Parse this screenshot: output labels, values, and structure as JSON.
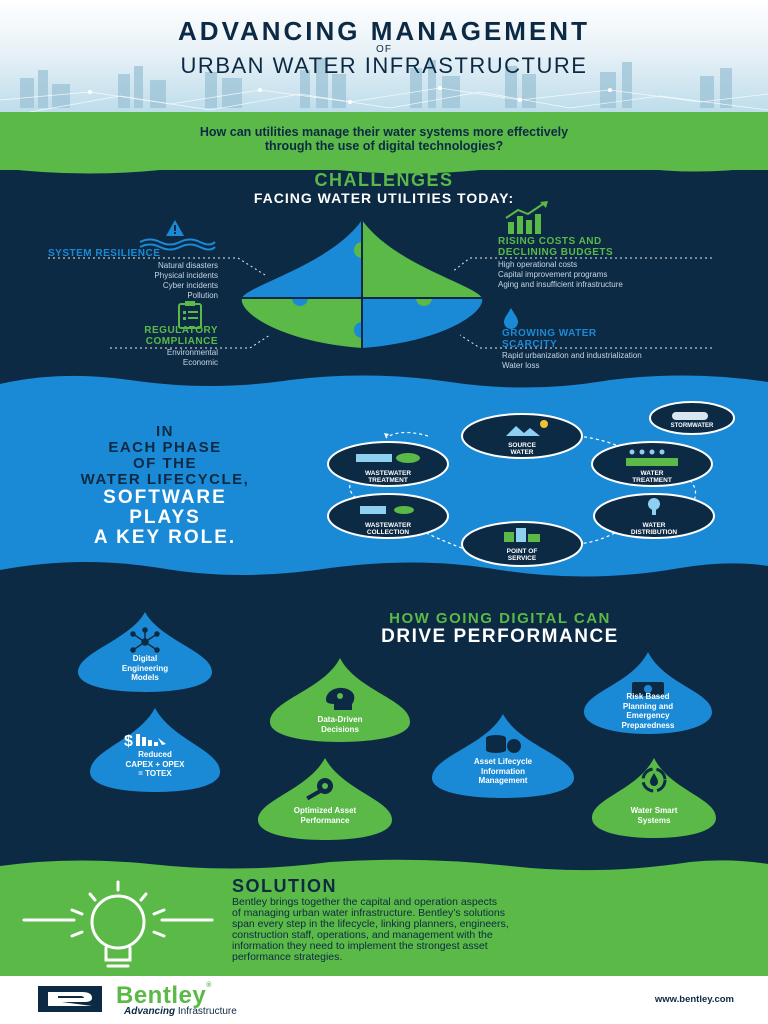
{
  "header": {
    "title_line1": "ADVANCING MANAGEMENT",
    "title_of": "OF",
    "title_line2": "URBAN WATER INFRASTRUCTURE"
  },
  "question": {
    "line1": "How can utilities manage their water systems more effectively",
    "line2": "through the use of digital technologies?"
  },
  "challenges": {
    "heading": "CHALLENGES",
    "subheading": "FACING WATER UTILITIES TODAY:",
    "system_resilience": {
      "title": "SYSTEM RESILIENCE",
      "items": [
        "Natural disasters",
        "Physical incidents",
        "Cyber incidents",
        "Pollution"
      ]
    },
    "regulatory": {
      "title_line1": "REGULATORY",
      "title_line2": "COMPLIANCE",
      "items": [
        "Environmental",
        "Economic"
      ]
    },
    "rising_costs": {
      "title_line1": "RISING COSTS AND",
      "title_line2": "DECLINING BUDGETS",
      "items": [
        "High operational costs",
        "Capital improvement programs",
        "Aging and insufficient infrastructure"
      ]
    },
    "scarcity": {
      "title_line1": "GROWING WATER",
      "title_line2": "SCARCITY",
      "items": [
        "Rapid urbanization and industrialization",
        "Water loss"
      ]
    }
  },
  "lifecycle": {
    "lines": [
      "IN",
      "EACH PHASE",
      "OF THE",
      "WATER LIFECYCLE,"
    ],
    "bold_lines": [
      "SOFTWARE",
      "PLAYS",
      "A KEY ROLE."
    ],
    "phases": {
      "source": [
        "SOURCE",
        "WATER"
      ],
      "stormwater": [
        "STORMWATER"
      ],
      "treatment": [
        "WATER",
        "TREATMENT"
      ],
      "distribution": [
        "WATER",
        "DISTRIBUTION"
      ],
      "service": [
        "POINT OF",
        "SERVICE"
      ],
      "collection": [
        "WASTEWATER",
        "COLLECTION"
      ],
      "ww_treatment": [
        "WASTEWATER",
        "TREATMENT"
      ]
    }
  },
  "digital": {
    "heading_line1": "HOW GOING DIGITAL CAN",
    "heading_line2": "DRIVE PERFORMANCE",
    "drops": {
      "models": [
        "Digital",
        "Engineering",
        "Models"
      ],
      "decisions": [
        "Data-Driven",
        "Decisions"
      ],
      "risk": [
        "Risk Based",
        "Planning and",
        "Emergency",
        "Preparedness"
      ],
      "totex": [
        "Reduced",
        "CAPEX + OPEX",
        "= TOTEX"
      ],
      "asset_lifecycle": [
        "Asset Lifecycle",
        "Information",
        "Management"
      ],
      "optimized": [
        "Optimized Asset",
        "Performance"
      ],
      "smart": [
        "Water Smart",
        "Systems"
      ]
    }
  },
  "solution": {
    "heading": "SOLUTION",
    "lines": [
      "Bentley brings together the capital and operation aspects",
      "of managing urban water infrastructure. Bentley’s solutions",
      "span every step in the lifecycle, linking planners, engineers,",
      "construction staff, operations, and management with the",
      "information they need to implement the strongest asset",
      "performance strategies."
    ]
  },
  "footer": {
    "brand": "Bentley",
    "reg": "®",
    "tagline_bold": "Advancing",
    "tagline_rest": " Infrastructure",
    "url": "www.bentley.com"
  },
  "colors": {
    "navy": "#0d2a45",
    "blue": "#1b8ad6",
    "green": "#5ab947",
    "lime": "#8dd14b",
    "lightblue": "#55b7ea"
  }
}
